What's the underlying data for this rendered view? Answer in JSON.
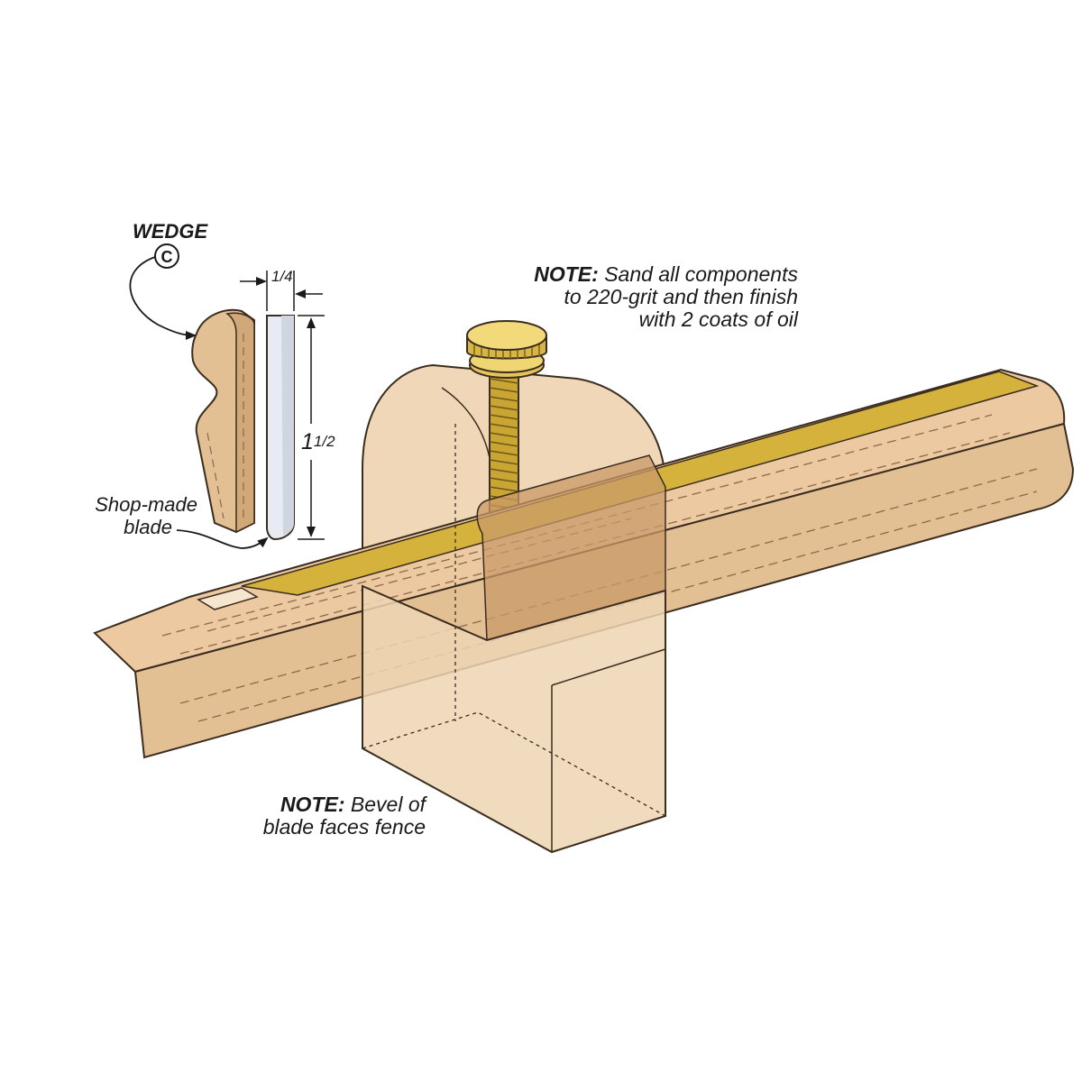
{
  "labels": {
    "wedge_title": "WEDGE",
    "wedge_callout": "C",
    "dim_thickness_whole": "",
    "dim_thickness": "1/4",
    "dim_length_whole": "1",
    "dim_length_fraction": "1/2",
    "blade_label_line1": "Shop-made",
    "blade_label_line2": "blade",
    "note_top": {
      "prefix": "NOTE:",
      "line1": "Sand all components",
      "line2": "to 220-grit and then finish",
      "line3": "with 2 coats of oil"
    },
    "note_bottom": {
      "prefix": "NOTE:",
      "line1": "Bevel of",
      "line2": "blade faces fence"
    }
  },
  "colors": {
    "wood": "#e3c09a",
    "wood_dark": "#c89c72",
    "brass": "#d6b43c",
    "blade": "#e8ecf2",
    "fence": "#efd5b4",
    "outline": "#3a2c1e"
  }
}
